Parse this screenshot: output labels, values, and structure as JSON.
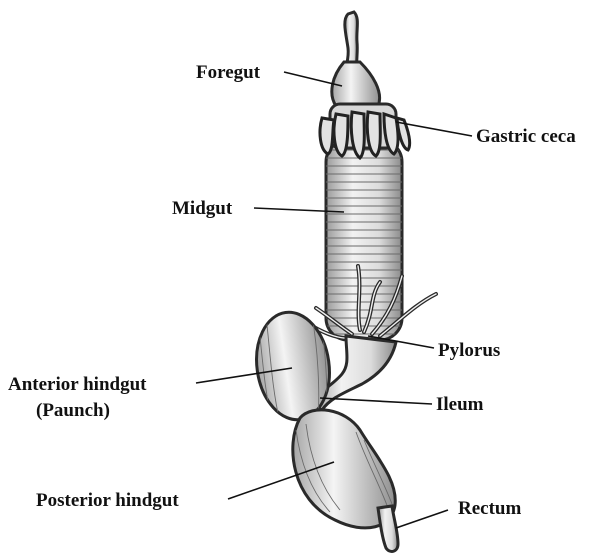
{
  "labels": {
    "foregut": "Foregut",
    "gastric_ceca": "Gastric ceca",
    "midgut": "Midgut",
    "pylorus": "Pylorus",
    "anterior_hindgut_line1": "Anterior hindgut",
    "anterior_hindgut_line2": "(Paunch)",
    "ileum": "Ileum",
    "posterior_hindgut": "Posterior hindgut",
    "rectum": "Rectum"
  },
  "colors": {
    "ink": "#111111",
    "organ_fill": "#ececec",
    "organ_shadow": "#bdbdbd",
    "background": "#ffffff"
  }
}
